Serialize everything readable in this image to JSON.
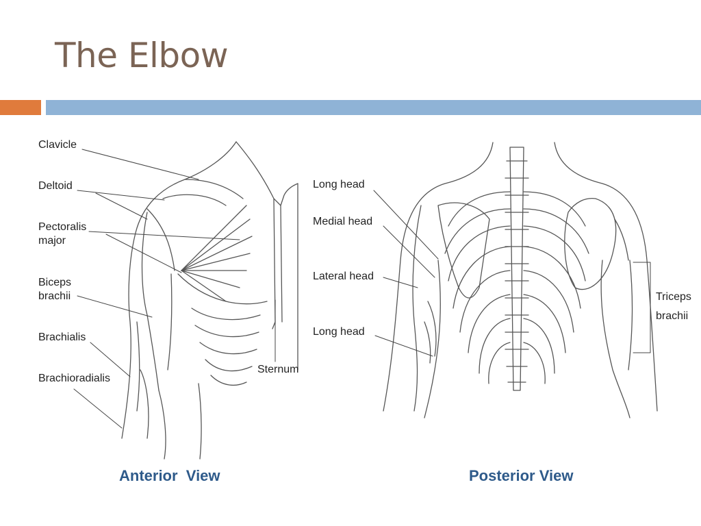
{
  "slide": {
    "title": "The Elbow",
    "accent_orange": "#e07b3c",
    "accent_blue": "#8fb3d6",
    "title_color": "#7b6455",
    "caption_color": "#2e5a8a"
  },
  "anterior": {
    "labels": {
      "clavicle": "Clavicle",
      "deltoid": "Deltoid",
      "pectoralis_1": "Pectoralis",
      "pectoralis_2": "major",
      "biceps_1": "Biceps",
      "biceps_2": "brachii",
      "brachialis": "Brachialis",
      "brachioradialis": "Brachioradialis",
      "sternum": "Sternum"
    },
    "caption": "Anterior  View"
  },
  "posterior": {
    "labels": {
      "long_head_top": "Long head",
      "medial_head": "Medial head",
      "lateral_head": "Lateral head",
      "long_head_bottom": "Long head",
      "triceps_1": "Triceps",
      "triceps_2": "brachii"
    },
    "caption": "Posterior View"
  }
}
